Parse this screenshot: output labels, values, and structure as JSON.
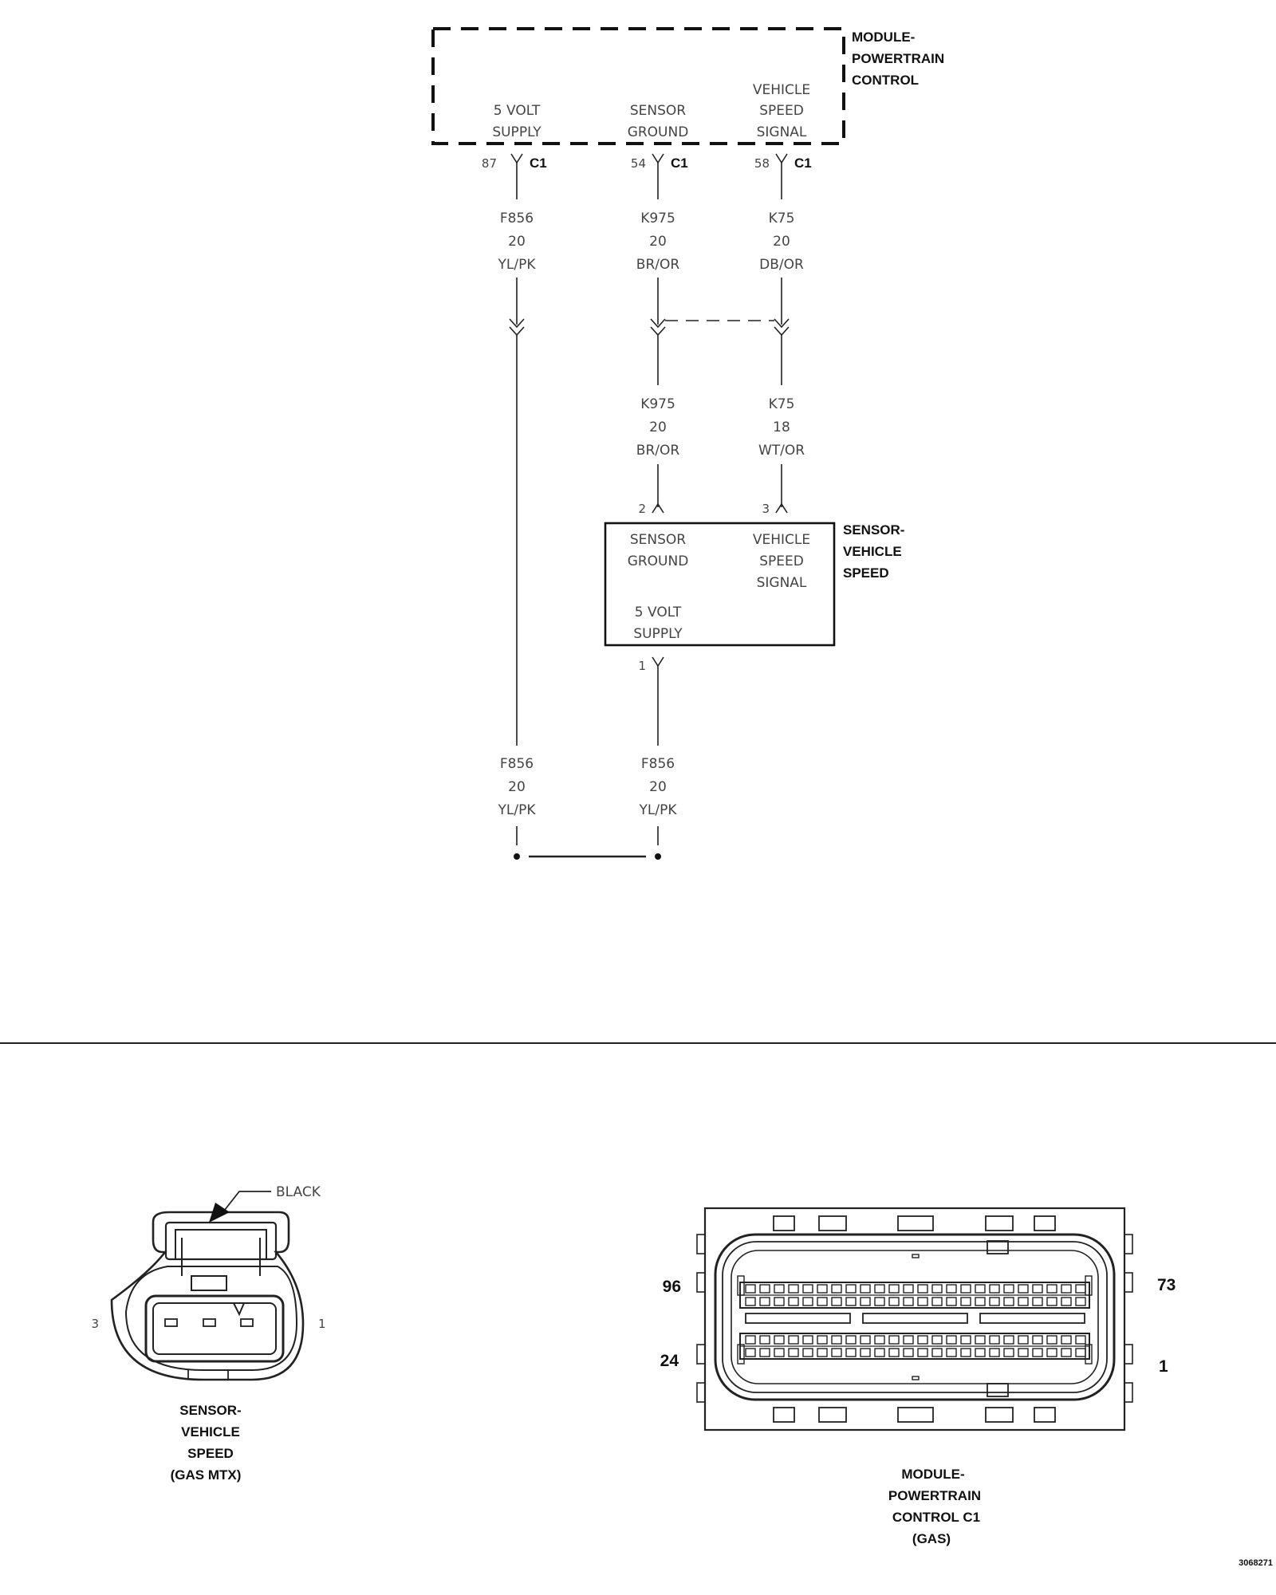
{
  "pcm": {
    "title": [
      "MODULE-",
      "POWERTRAIN",
      "CONTROL"
    ],
    "pins": [
      {
        "label": [
          "5 VOLT",
          "SUPPLY"
        ],
        "pin": "87",
        "connector": "C1"
      },
      {
        "label": [
          "SENSOR",
          "GROUND"
        ],
        "pin": "54",
        "connector": "C1"
      },
      {
        "label": [
          "VEHICLE",
          "SPEED",
          "SIGNAL"
        ],
        "pin": "58",
        "connector": "C1"
      }
    ]
  },
  "wires_upper": [
    {
      "circuit": "F856",
      "gauge": "20",
      "color": "YL/PK"
    },
    {
      "circuit": "K975",
      "gauge": "20",
      "color": "BR/OR"
    },
    {
      "circuit": "K75",
      "gauge": "20",
      "color": "DB/OR"
    }
  ],
  "wires_middle": [
    {
      "circuit": "K975",
      "gauge": "20",
      "color": "BR/OR"
    },
    {
      "circuit": "K75",
      "gauge": "18",
      "color": "WT/OR"
    }
  ],
  "sensor": {
    "title": [
      "SENSOR-",
      "VEHICLE",
      "SPEED"
    ],
    "ground_label": [
      "SENSOR",
      "GROUND"
    ],
    "signal_label": [
      "VEHICLE",
      "SPEED",
      "SIGNAL"
    ],
    "supply_label": [
      "5 VOLT",
      "SUPPLY"
    ],
    "pin_ground": "2",
    "pin_signal": "3",
    "pin_supply": "1"
  },
  "wires_lower": [
    {
      "circuit": "F856",
      "gauge": "20",
      "color": "YL/PK"
    },
    {
      "circuit": "F856",
      "gauge": "20",
      "color": "YL/PK"
    }
  ],
  "connector_sensor": {
    "color_label": "BLACK",
    "pin_left": "3",
    "pin_right": "1",
    "caption": [
      "SENSOR-",
      "VEHICLE",
      "SPEED",
      "(GAS MTX)"
    ]
  },
  "connector_pcm": {
    "pin_top_left": "96",
    "pin_top_right": "73",
    "pin_bottom_left": "24",
    "pin_bottom_right": "1",
    "caption": [
      "MODULE-",
      "POWERTRAIN",
      "CONTROL C1",
      "(GAS)"
    ]
  },
  "figure_id": "3068271"
}
